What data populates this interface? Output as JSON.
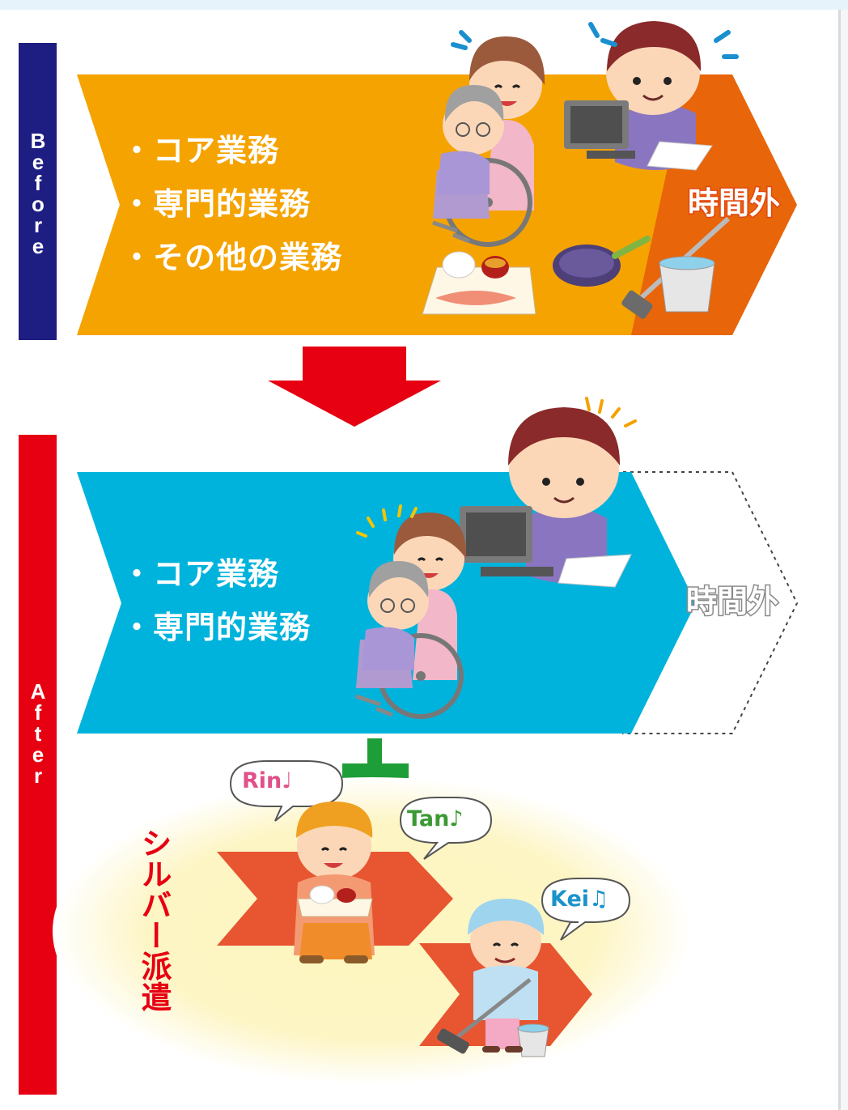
{
  "before": {
    "side_label": "Before",
    "tasks": [
      "・コア業務",
      "・専門的業務",
      "・その他の業務"
    ],
    "overtime_label": "時間外"
  },
  "after": {
    "side_label": "After",
    "tasks": [
      "・コア業務",
      "・専門的業務"
    ],
    "overtime_label": "時間外"
  },
  "silver_dispatch": {
    "label": "シルバー派遣",
    "bubbles": [
      "Rin♩",
      "Tan♪",
      "Kei♫"
    ]
  },
  "colors": {
    "before_bar": "#1e1e82",
    "after_bar": "#e60012",
    "before_arrow": "#f5a300",
    "overtime_arrow": "#e8650a",
    "after_arrow": "#00b3dc",
    "down_arrow": "#e60012",
    "plus": "#1e9e38",
    "silver_chevrons": "#e85531"
  },
  "icons": [
    "caregiver-with-wheelchair-icon",
    "office-worker-computer-icon",
    "meal-tray-icon",
    "frying-pan-icon",
    "mop-bucket-icon",
    "server-woman-icon",
    "cleaner-woman-icon"
  ]
}
